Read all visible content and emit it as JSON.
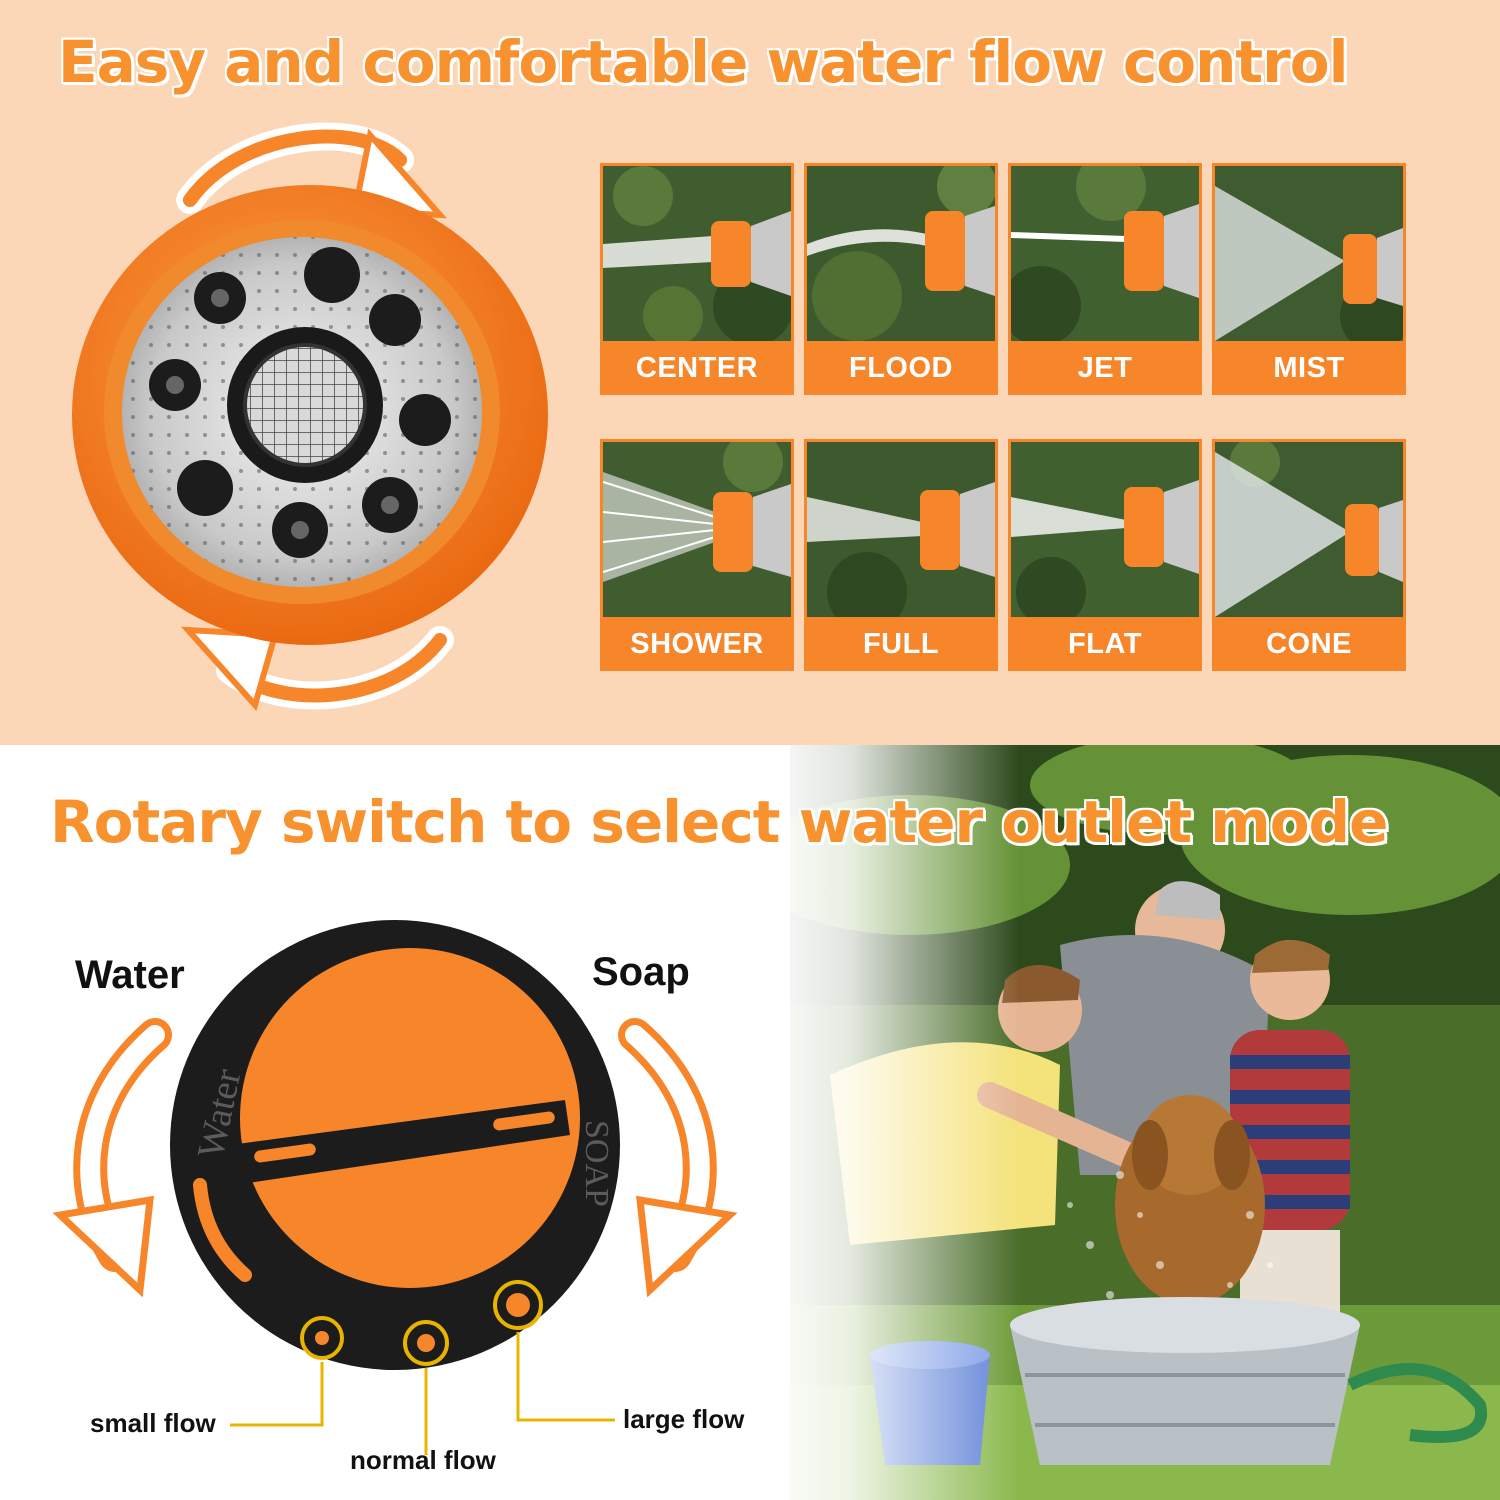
{
  "headline_top": "Easy and comfortable water flow control",
  "headline_bottom": "Rotary switch to select water outlet mode",
  "spray_modes": [
    {
      "label": "CENTER",
      "icon": "center-spray-icon"
    },
    {
      "label": "FLOOD",
      "icon": "flood-spray-icon"
    },
    {
      "label": "JET",
      "icon": "jet-spray-icon"
    },
    {
      "label": "MIST",
      "icon": "mist-spray-icon"
    },
    {
      "label": "SHOWER",
      "icon": "shower-spray-icon"
    },
    {
      "label": "FULL",
      "icon": "full-spray-icon"
    },
    {
      "label": "FLAT",
      "icon": "flat-spray-icon"
    },
    {
      "label": "CONE",
      "icon": "cone-spray-icon"
    }
  ],
  "switch": {
    "left_label": "Water",
    "right_label": "Soap",
    "dial_left_text": "Water",
    "dial_right_text": "SOAP"
  },
  "flow_levels": {
    "small": "small flow",
    "normal": "normal flow",
    "large": "large flow"
  },
  "colors": {
    "accent_orange": "#f7862a",
    "headline_orange": "#f7922f",
    "top_background": "#fbd6b7",
    "indicator_gold": "#e8b400"
  }
}
